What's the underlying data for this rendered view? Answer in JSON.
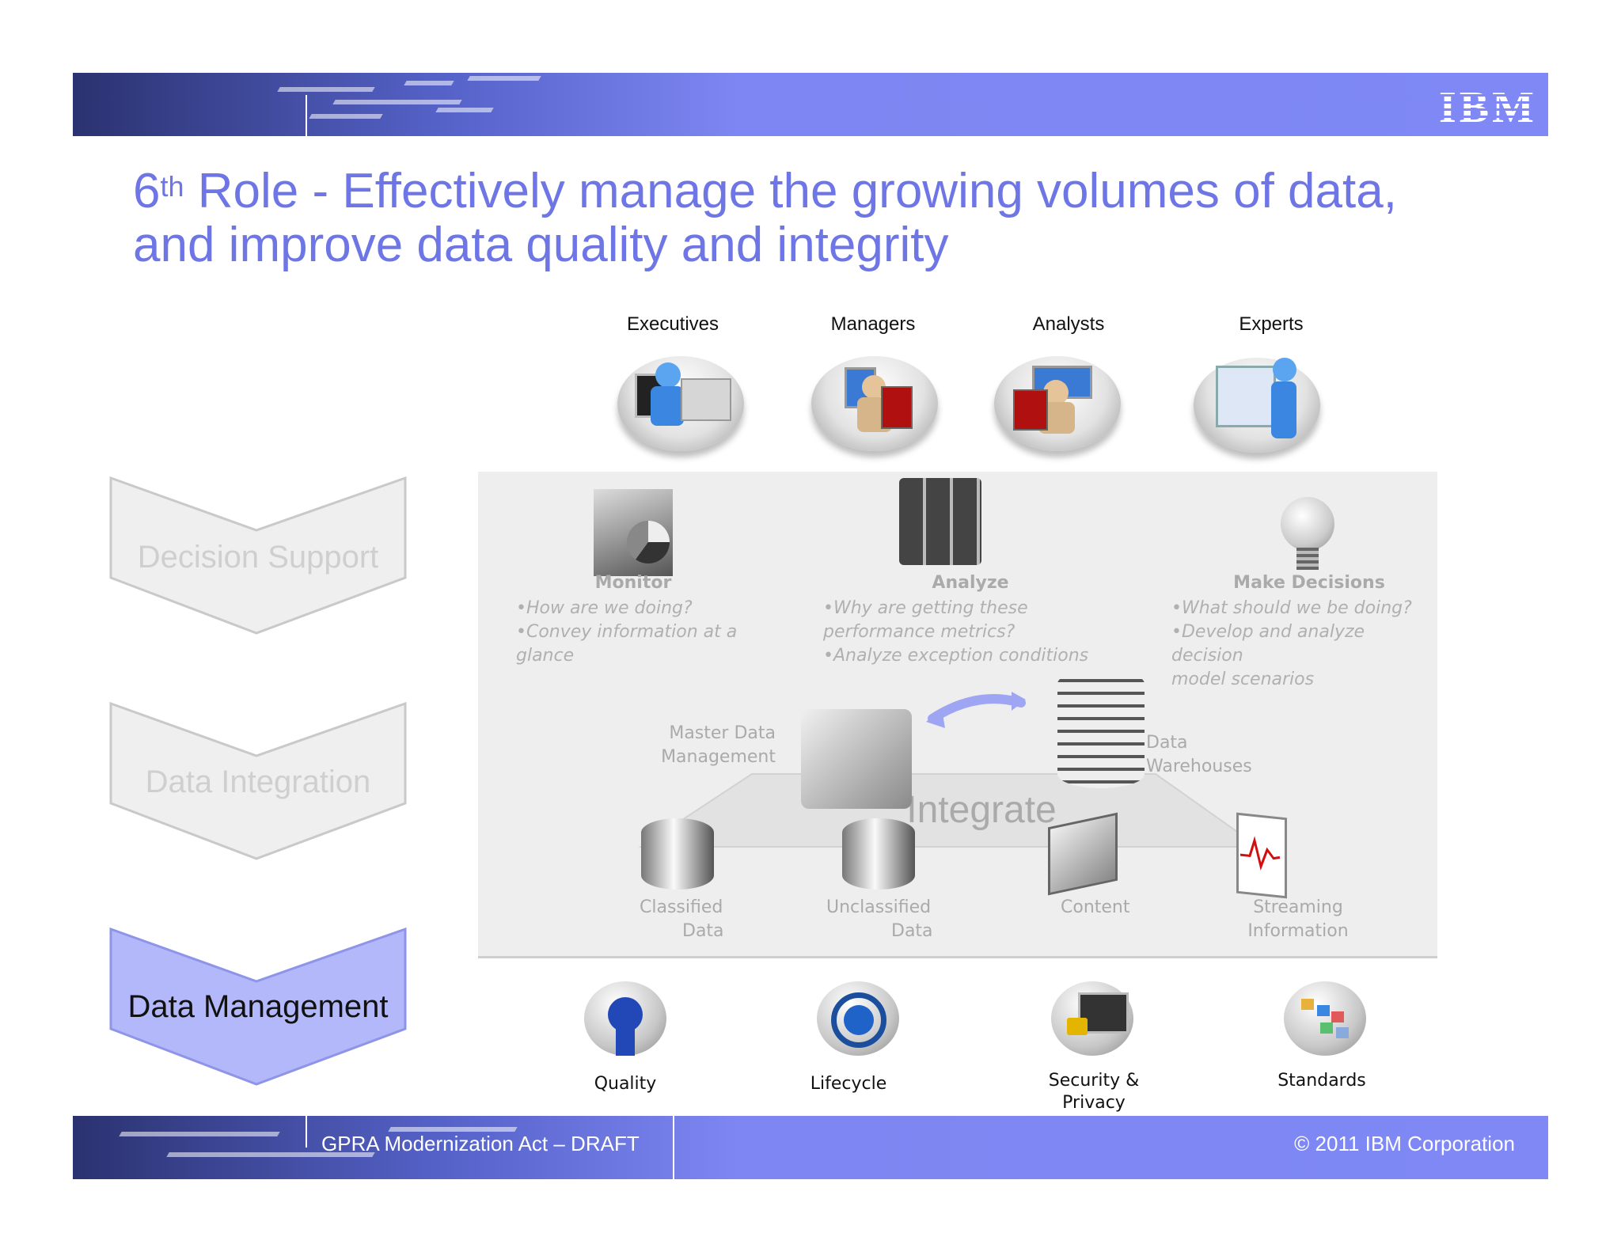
{
  "header": {
    "logo": "IBM"
  },
  "title": {
    "role_num": "6",
    "role_sup": "th",
    "line1_rest": " Role - Effectively manage the growing volumes of data,",
    "line2": "and improve data quality and integrity"
  },
  "roles": [
    {
      "label": "Executives",
      "icon": "executive-workstation-icon"
    },
    {
      "label": "Managers",
      "icon": "manager-workstation-icon"
    },
    {
      "label": "Analysts",
      "icon": "analyst-workstation-icon"
    },
    {
      "label": "Experts",
      "icon": "expert-presentation-icon"
    }
  ],
  "layers": [
    {
      "label": "Decision Support",
      "active": false
    },
    {
      "label": "Data Integration",
      "active": false
    },
    {
      "label": "Data Management",
      "active": true
    }
  ],
  "decision": {
    "monitor": {
      "title": "Monitor",
      "lines": [
        "•How are we doing?",
        "•Convey information at a",
        "glance"
      ]
    },
    "analyze": {
      "title": "Analyze",
      "lines": [
        "•Why are getting  these",
        "performance metrics?",
        "•Analyze exception conditions"
      ]
    },
    "decisions": {
      "title": "Make Decisions",
      "lines": [
        "•What should we be doing?",
        "•Develop and analyze decision",
        "model scenarios"
      ]
    }
  },
  "integration": {
    "mdm": [
      "Master Data",
      "Management"
    ],
    "dw": [
      "Data",
      "Warehouses"
    ],
    "center": "Integrate"
  },
  "sources": [
    {
      "line1": "Classified",
      "line2": "Data"
    },
    {
      "line1": "Unclassified",
      "line2": "Data"
    },
    {
      "line1": "Content",
      "line2": ""
    },
    {
      "line1": "Streaming",
      "line2": "Information"
    }
  ],
  "foundation": [
    {
      "line1": "Quality",
      "line2": "",
      "icon": "quality-ribbon-icon"
    },
    {
      "line1": "Lifecycle",
      "line2": "",
      "icon": "lifecycle-cycle-icon"
    },
    {
      "line1": "Security &",
      "line2": "Privacy",
      "icon": "security-lock-icon"
    },
    {
      "line1": "Standards",
      "line2": "",
      "icon": "standards-blocks-icon"
    }
  ],
  "footer": {
    "left": "GPRA Modernization Act – DRAFT",
    "right": "© 2011 IBM Corporation"
  },
  "colors": {
    "title": "#6e76e6",
    "banner": "#7f88f4",
    "active_layer": "#b3b8fb"
  }
}
